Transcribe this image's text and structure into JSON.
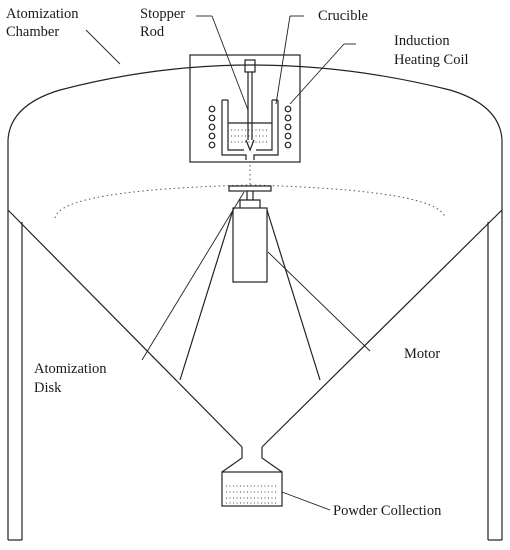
{
  "labels": {
    "atomization_chamber": [
      "Atomization",
      "Chamber"
    ],
    "stopper_rod": [
      "Stopper",
      "Rod"
    ],
    "crucible": "Crucible",
    "induction_heating_coil": [
      "Induction",
      "Heating Coil"
    ],
    "atomization_disk": [
      "Atomization",
      "Disk"
    ],
    "motor": "Motor",
    "powder_collection": "Powder Collection"
  },
  "colors": {
    "stroke": "#222222",
    "background": "#ffffff"
  }
}
